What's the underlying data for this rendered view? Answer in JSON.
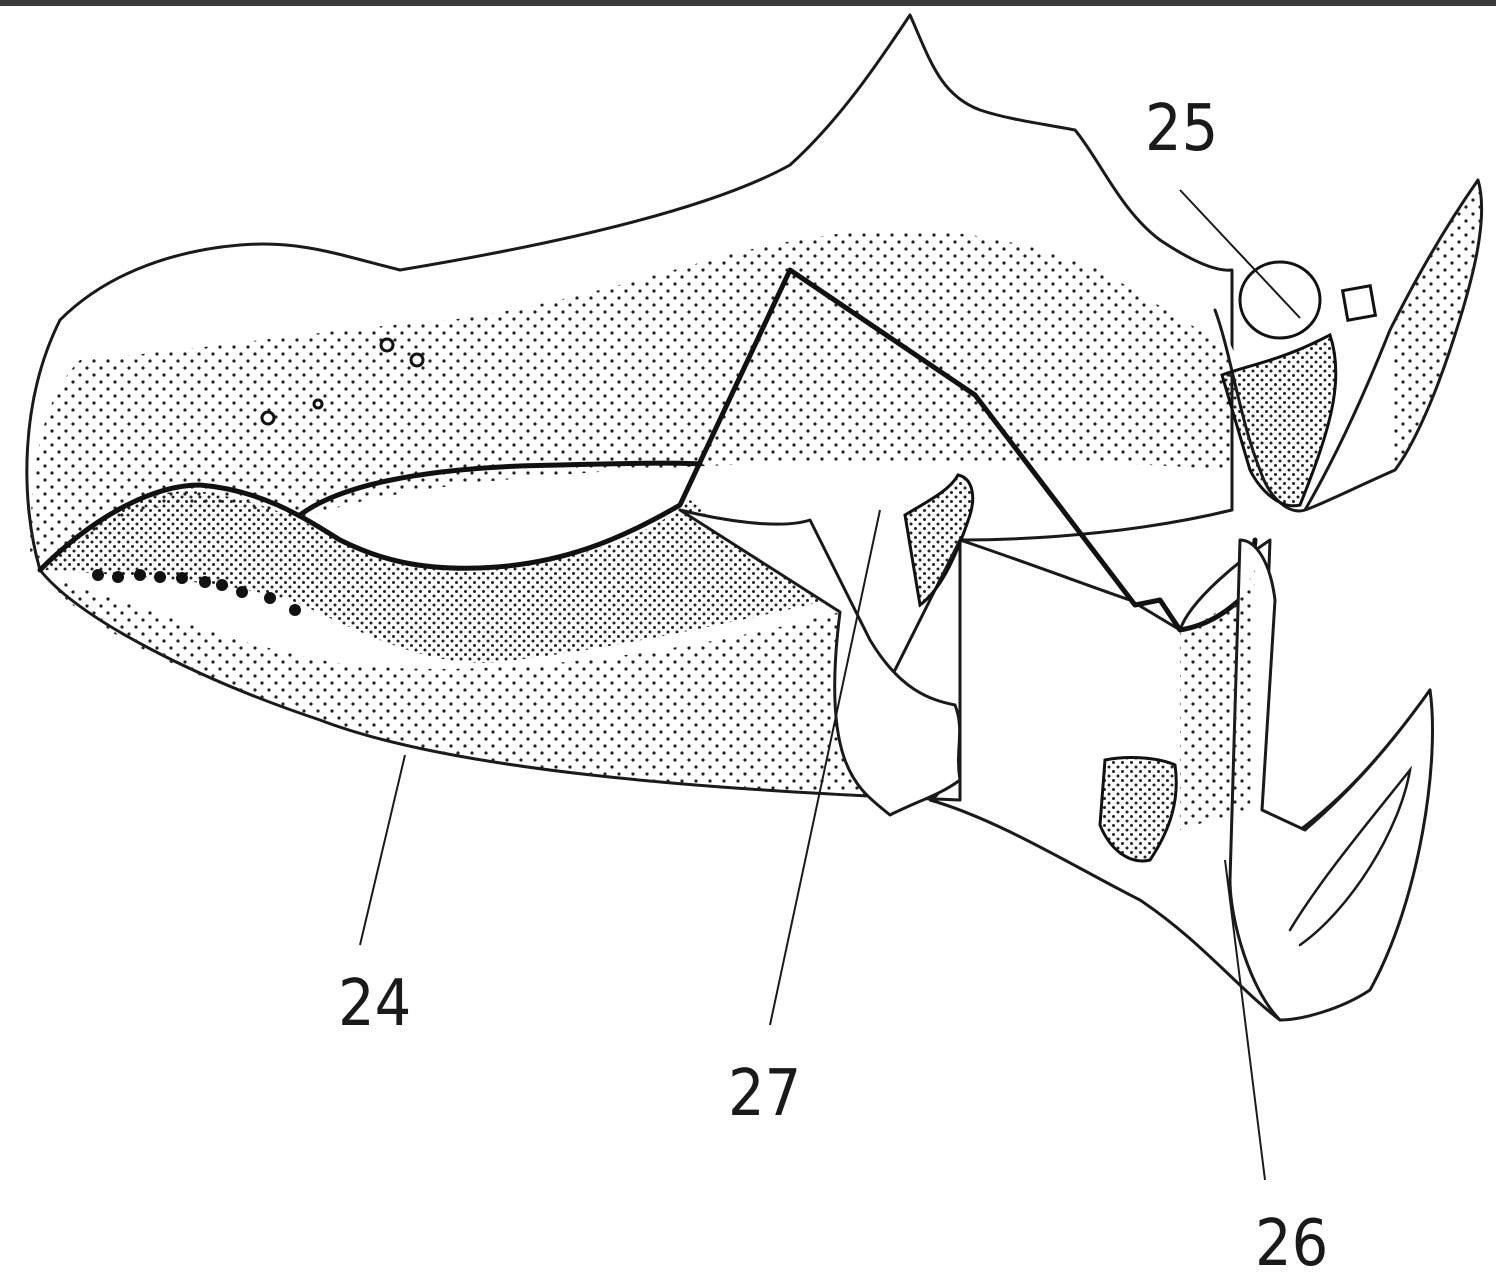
{
  "figure": {
    "labels": [
      {
        "id": "24",
        "text": "24"
      },
      {
        "id": "25",
        "text": "25"
      },
      {
        "id": "26",
        "text": "26"
      },
      {
        "id": "27",
        "text": "27"
      }
    ]
  }
}
